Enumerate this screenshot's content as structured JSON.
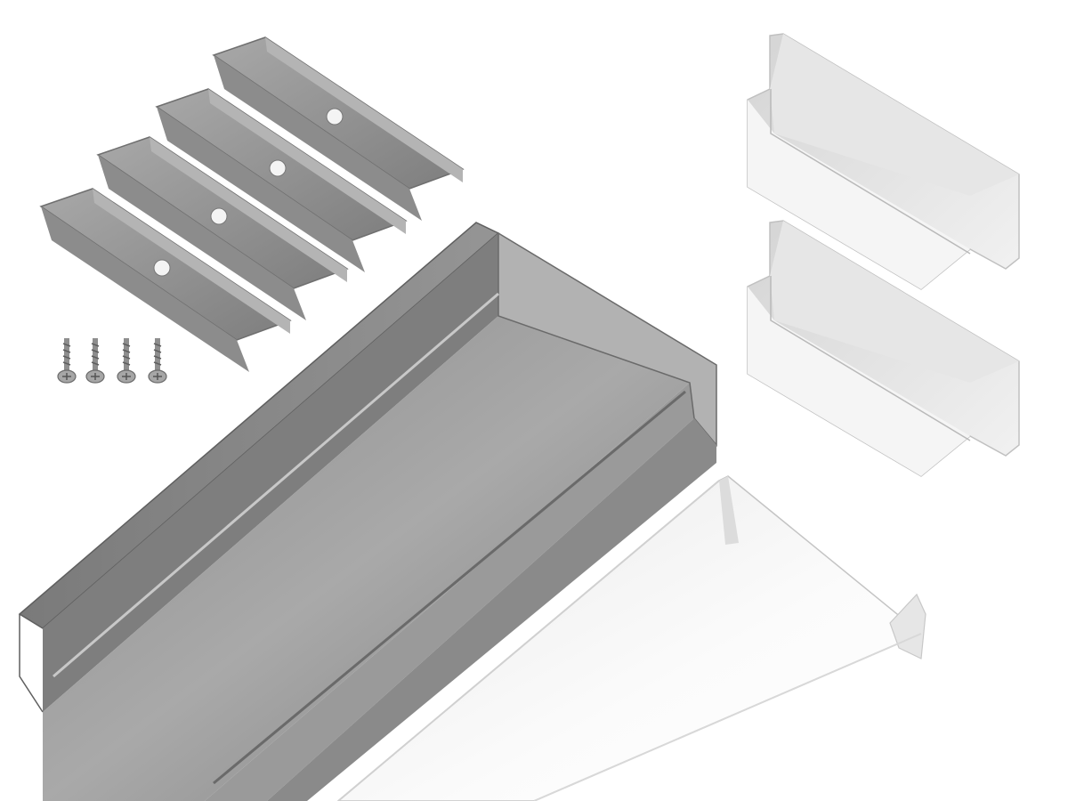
{
  "scene": {
    "items": [
      {
        "name": "mounting-clip",
        "count": 4,
        "finish": "metallic-grey"
      },
      {
        "name": "screw",
        "count": 4,
        "finish": "metallic-grey"
      },
      {
        "name": "aluminium-channel-profile",
        "count": 1,
        "finish": "anodized-silver"
      },
      {
        "name": "diffuser-cover",
        "count": 1,
        "finish": "opal-white"
      },
      {
        "name": "end-cap",
        "count": 2,
        "finish": "grey-white"
      }
    ],
    "colors": {
      "background": "#ffffff",
      "metal_dark": "#6e6e6e",
      "metal_mid": "#9a9a9a",
      "metal_light": "#bdbdbd",
      "diffuser": "#f4f4f4",
      "end_cap": "#e2e2e2"
    }
  }
}
